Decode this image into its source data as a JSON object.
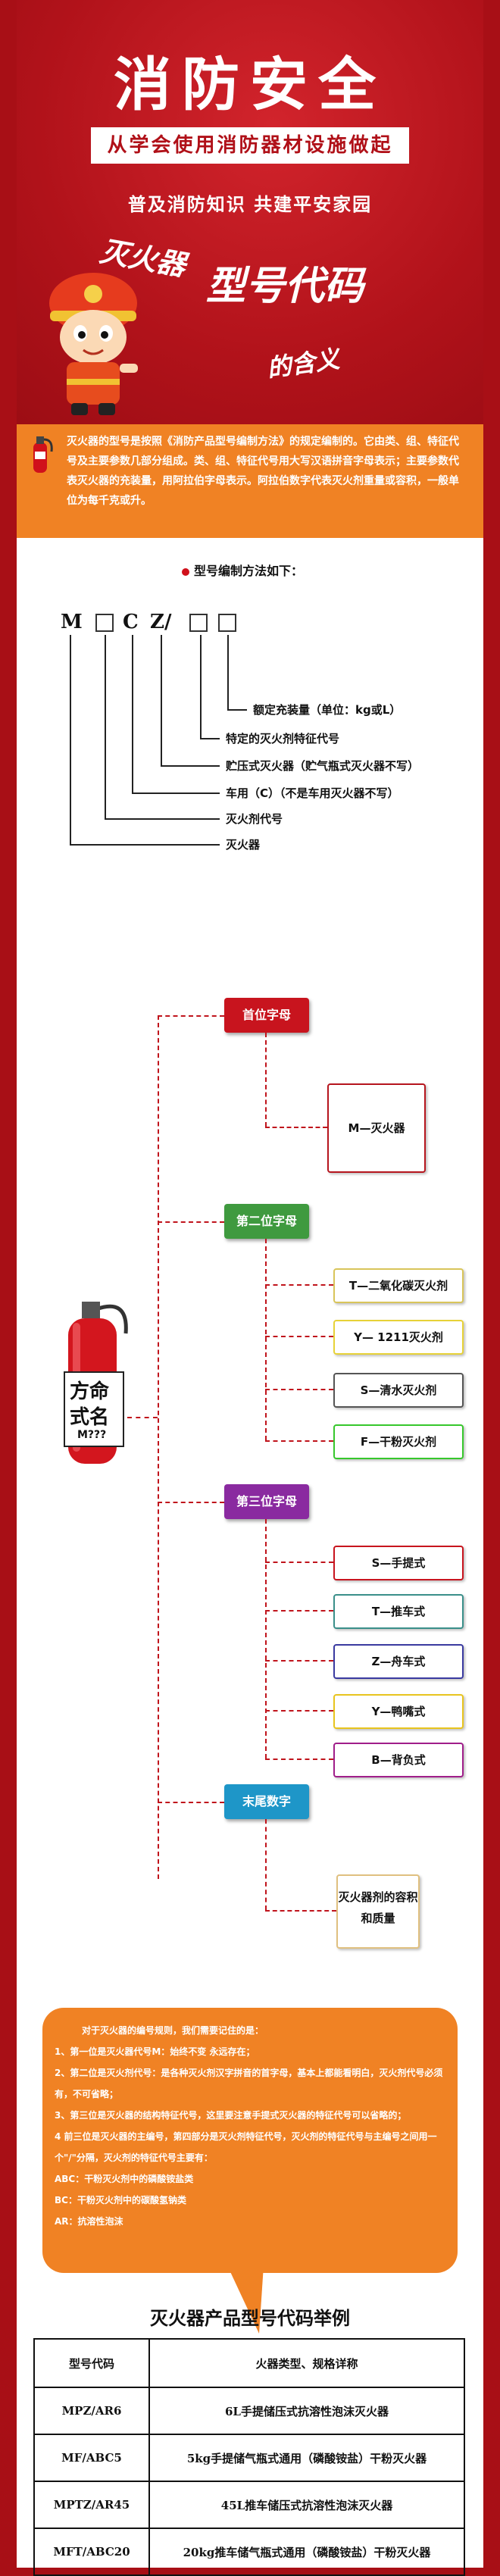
{
  "header": {
    "title": "消防安全",
    "subtitle": "从学会使用消防器材设施做起",
    "slogan": "普及消防知识  共建平安家园",
    "headline_part1": "灭火器",
    "headline_part2": "型号代码",
    "headline_part3": "的含义"
  },
  "intro": {
    "text": "灭火器的型号是按照《消防产品型号编制方法》的规定编制的。它由类、组、特征代号及主要参数几部分组成。类、组、特征代号用大写汉语拼音字母表示；主要参数代表灭火器的充装量，用阿拉伯字母表示。阿拉伯数字代表灭火剂重量或容积，一般单位为每千克或升。"
  },
  "coding": {
    "heading": "型号编制方法如下：",
    "code_m": "M",
    "code_c": "C",
    "code_z": "Z/",
    "labels": [
      "额定充装量（单位：kg或L）",
      "特定的灭火剂特征代号",
      "贮压式灭火器（贮气瓶式灭火器不写）",
      "车用（C）（不是车用灭火器不写）",
      "灭火剂代号",
      "灭火器"
    ]
  },
  "tree": {
    "extinguisher_label_line1": "方命",
    "extinguisher_label_line2": "式名",
    "extinguisher_label_line3": "M???",
    "categories": [
      {
        "label": "首位字母",
        "color": "#c8141e",
        "items": [
          "M—灭火器"
        ],
        "item_colors": [
          "#b6151e"
        ]
      },
      {
        "label": "第二位字母",
        "color": "#3f9a3f",
        "items": [
          "T—二氧化碳灭火剂",
          "Y— 1211灭火剂",
          "S—清水灭火剂",
          "F—干粉灭火剂"
        ],
        "item_colors": [
          "#d9c55a",
          "#e7d238",
          "#555555",
          "#37c72c"
        ]
      },
      {
        "label": "第三位字母",
        "color": "#8a2aa0",
        "items": [
          "S—手提式",
          "T—推车式",
          "Z—舟车式",
          "Y—鸭嘴式",
          "B—背负式"
        ],
        "item_colors": [
          "#c8141e",
          "#3a8f8a",
          "#3a3aa0",
          "#e8c41e",
          "#a01e8a"
        ]
      },
      {
        "label": "末尾数字",
        "color": "#1e96c8",
        "items": [
          "灭火器剂的容积和质量"
        ],
        "item_colors": [
          "#e0c080"
        ]
      }
    ]
  },
  "rules": {
    "lines": [
      "对于灭火器的编号规则，我们需要记住的是：",
      "1、第一位是灭火器代号M：始终不变  永远存在；",
      "2、第二位是灭火剂代号：是各种灭火剂汉字拼音的首字母，基本上都能看明白，灭火剂代号必须有，不可省略；",
      "3、第三位是灭火器的结构特征代号，这里要注意手提式灭火器的特征代号可以省略的；",
      "4  前三位是灭火器的主编号，第四部分是灭火剂特征代号，灭火剂的特征代号与主编号之间用一个\"/\"分隔，灭火剂的特征代号主要有：",
      "ABC：干粉灭火剂中的磷酸铵盐类",
      "BC：干粉灭火剂中的碳酸氢钠类",
      "AR：抗溶性泡沫"
    ]
  },
  "table": {
    "title": "灭火器产品型号代码举例",
    "headers": [
      "型号代码",
      "火器类型、规格详称"
    ],
    "rows": [
      [
        "MPZ/AR6",
        "6L手提储压式抗溶性泡沫灭火器"
      ],
      [
        "MF/ABC5",
        "5kg手提储气瓶式通用（磷酸铵盐）干粉灭火器"
      ],
      [
        "MPTZ/AR45",
        "45L推车储压式抗溶性泡沫灭火器"
      ],
      [
        "MFT/ABC20",
        "20kg推车储气瓶式通用（磷酸铵盐）干粉灭火器"
      ]
    ]
  },
  "colors": {
    "brand_red": "#b7121b",
    "orange": "#f08224",
    "white": "#ffffff"
  }
}
